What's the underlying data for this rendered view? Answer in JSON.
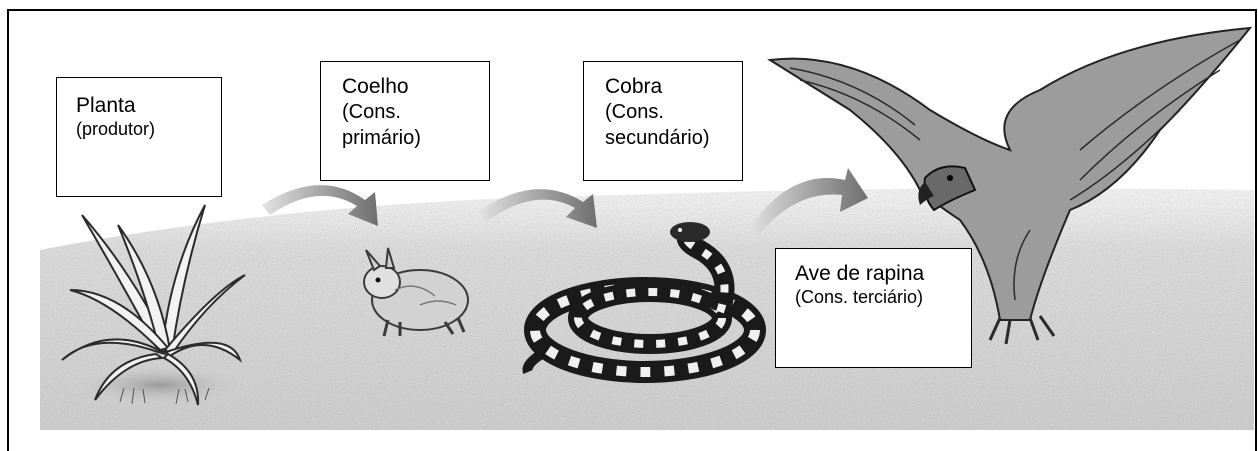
{
  "food_chain": {
    "items": [
      {
        "name": "Planta",
        "role": "(produtor)"
      },
      {
        "name": "Coelho",
        "role": "(Cons. primário)"
      },
      {
        "name": "Cobra",
        "role": "(Cons. secundário)"
      },
      {
        "name": "Ave de rapina",
        "role": "(Cons. terciário)"
      }
    ],
    "colors": {
      "background": "#d9d9d9",
      "arrow": "#8f8f8f",
      "border": "#000000"
    }
  }
}
